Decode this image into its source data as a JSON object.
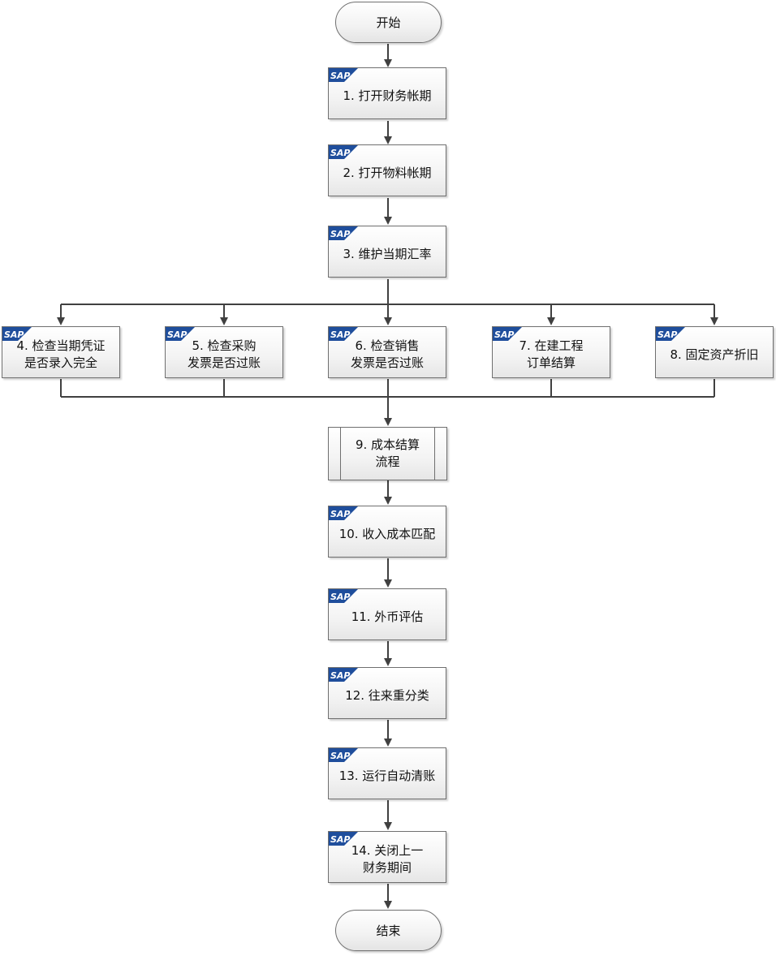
{
  "start": {
    "label": "开始"
  },
  "end": {
    "label": "结束"
  },
  "sap_badge": "SAP",
  "steps": [
    {
      "id": "s1",
      "label": "1. 打开财务帐期"
    },
    {
      "id": "s2",
      "label": "2. 打开物料帐期"
    },
    {
      "id": "s3",
      "label": "3. 维护当期汇率"
    },
    {
      "id": "s4",
      "label": "4. 检查当期凭证\n是否录入完全"
    },
    {
      "id": "s5",
      "label": "5. 检查采购\n发票是否过账"
    },
    {
      "id": "s6",
      "label": "6. 检查销售\n发票是否过账"
    },
    {
      "id": "s7",
      "label": "7. 在建工程\n订单结算"
    },
    {
      "id": "s8",
      "label": "8. 固定资产折旧"
    },
    {
      "id": "s10",
      "label": "10. 收入成本匹配"
    },
    {
      "id": "s11",
      "label": "11. 外币评估"
    },
    {
      "id": "s12",
      "label": "12. 往来重分类"
    },
    {
      "id": "s13",
      "label": "13. 运行自动清账"
    },
    {
      "id": "s14",
      "label": "14. 关闭上一\n财务期间"
    }
  ],
  "subprocess": {
    "id": "s9",
    "label": "9. 成本结算\n流程"
  },
  "colors": {
    "line": "#404040",
    "border": "#6f6f6f",
    "sap_blue": "#1f4e9c"
  }
}
